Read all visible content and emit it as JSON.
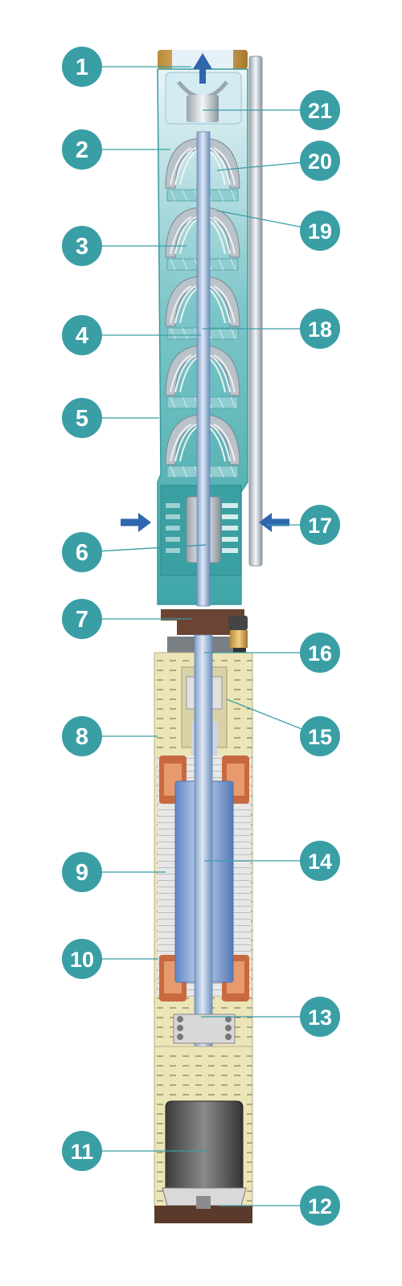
{
  "diagram": {
    "colors": {
      "badge": "#3a9ea5",
      "leader": "#3a9ea5",
      "pump_body": "#4fb3b3",
      "pump_body_light": "#cfe9ee",
      "impeller": "#b9c3c9",
      "shaft": "#8fb3dc",
      "motor_fill": "#e6dfb3",
      "copper": "#c8693f",
      "stator": "#dcdcdc",
      "base": "#5a3a2a",
      "arrow": "#2f66ae",
      "cable": "#c9d0d6"
    },
    "callouts_left": [
      {
        "num": "1"
      },
      {
        "num": "2"
      },
      {
        "num": "3"
      },
      {
        "num": "4"
      },
      {
        "num": "5"
      },
      {
        "num": "6"
      },
      {
        "num": "7"
      },
      {
        "num": "8"
      },
      {
        "num": "9"
      },
      {
        "num": "10"
      },
      {
        "num": "11"
      }
    ],
    "callouts_right": [
      {
        "num": "21"
      },
      {
        "num": "20"
      },
      {
        "num": "19"
      },
      {
        "num": "18"
      },
      {
        "num": "17"
      },
      {
        "num": "16"
      },
      {
        "num": "15"
      },
      {
        "num": "14"
      },
      {
        "num": "13"
      },
      {
        "num": "12"
      }
    ]
  }
}
